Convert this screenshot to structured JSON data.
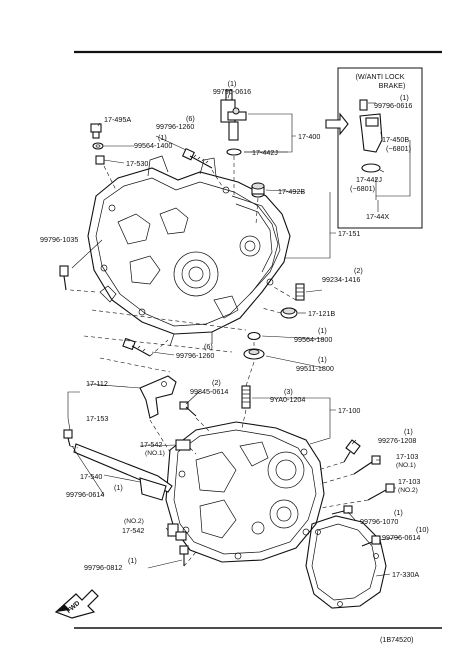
{
  "callouts": [
    {
      "id": "c1",
      "line1": "(1)",
      "line2": "99796-0616"
    },
    {
      "id": "c2",
      "line1": "",
      "line2": "17-495A"
    },
    {
      "id": "c3",
      "line1": "(6)",
      "line2": "99796-1260"
    },
    {
      "id": "c4",
      "line1": "(1)",
      "line2": "99564-1400"
    },
    {
      "id": "c5",
      "line1": "",
      "line2": "17-530"
    },
    {
      "id": "c6",
      "line1": "",
      "line2": "17-400"
    },
    {
      "id": "c7",
      "line1": "",
      "line2": "17-442J"
    },
    {
      "id": "c8",
      "line1": "",
      "line2": "17-492B"
    },
    {
      "id": "c9",
      "line1": "",
      "line2": "17-151"
    },
    {
      "id": "c10",
      "line1": "",
      "line2": "99796-1035"
    },
    {
      "id": "c11",
      "line1": "(2)",
      "line2": "99234-1416"
    },
    {
      "id": "c12",
      "line1": "",
      "line2": "17-121B"
    },
    {
      "id": "c13",
      "line1": "(1)",
      "line2": "99564-1800"
    },
    {
      "id": "c14",
      "line1": "(6)",
      "line2": "99796-1260"
    },
    {
      "id": "c15",
      "line1": "(1)",
      "line2": "99511-1800"
    },
    {
      "id": "c16",
      "line1": "",
      "line2": "17-112"
    },
    {
      "id": "c17",
      "line1": "(2)",
      "line2": "99845-0614"
    },
    {
      "id": "c18",
      "line1": "(3)",
      "line2": "9YA0-1204"
    },
    {
      "id": "c19",
      "line1": "",
      "line2": "17-100"
    },
    {
      "id": "c20",
      "line1": "",
      "line2": "17-153"
    },
    {
      "id": "c21",
      "line1": "17-542",
      "line2": "(NO.1)"
    },
    {
      "id": "c22",
      "line1": "(1)",
      "line2": "99276-1208"
    },
    {
      "id": "c23",
      "line1": "17-103",
      "line2": "(NO.1)"
    },
    {
      "id": "c24",
      "line1": "",
      "line2": "17-540"
    },
    {
      "id": "c25",
      "line1": "17-103",
      "line2": "(NO.2)"
    },
    {
      "id": "c26",
      "line1": "(1)",
      "line2": "99796-0614"
    },
    {
      "id": "c27",
      "line1": "(NO.2)",
      "line2": "17-542"
    },
    {
      "id": "c28",
      "line1": "(1)",
      "line2": "99796-1070"
    },
    {
      "id": "c29",
      "line1": "(10)",
      "line2": "99796-0614"
    },
    {
      "id": "c30",
      "line1": "(1)",
      "line2": "99796-0812"
    },
    {
      "id": "c31",
      "line1": "",
      "line2": "17-330A"
    }
  ],
  "inset": {
    "header_line1": "(W/ANTI  LOCK",
    "header_line2": "BRAKE)",
    "screw_qty": "(1)",
    "screw_part": "99796-0616",
    "sensor_part": "17-450B",
    "sensor_code": "(−6801)",
    "oring_part": "17-442J",
    "oring_code": "(−6801)",
    "assembly_part": "17-44X"
  },
  "fwd_label": "FWD",
  "diagram_code": "(1B74520)"
}
